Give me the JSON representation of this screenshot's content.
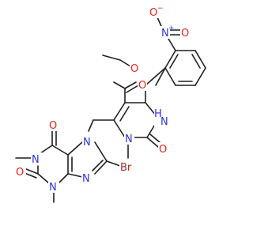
{
  "colors": {
    "bond": "#1f1f1f",
    "carbon_label": "#1f1f1f",
    "oxygen": "#e8211b",
    "nitrogen": "#2f33d6",
    "bromine": "#a52a2a",
    "background": "#ffffff"
  },
  "atoms": {
    "nitro_o_top": "O",
    "nitro_o_top_charge": "−",
    "nitro_n": "N",
    "nitro_n_charge": "+",
    "nitro_o_right": "O",
    "ester_o_ether": "O",
    "ester_o_carbonyl": "O",
    "pyr_nh_n": "N",
    "pyr_nh_h": "H",
    "pyr_n_me": "N",
    "pyr_carbonyl_o": "O",
    "pur_n7": "N",
    "pur_o6": "O",
    "pur_n1": "N",
    "pur_o2": "O",
    "pur_n3": "N",
    "pur_n9": "N",
    "pur_br": "Br"
  }
}
